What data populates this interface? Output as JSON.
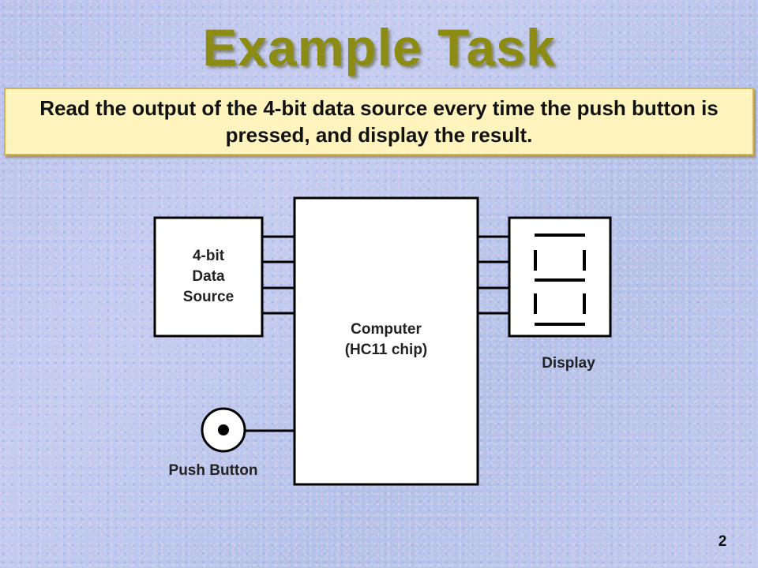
{
  "slide": {
    "title": "Example Task",
    "task_text": "Read the output of the 4-bit data source every time the push button is pressed, and display the result.",
    "page_number": "2"
  },
  "diagram": {
    "data_source": {
      "line1": "4-bit",
      "line2": "Data",
      "line3": "Source"
    },
    "computer": {
      "line1": "Computer",
      "line2": "(HC11 chip)"
    },
    "display_label": "Display",
    "push_button_label": "Push Button"
  },
  "colors": {
    "title": "#8c8c14",
    "task_box_fill": "#fff4bd",
    "task_box_border": "#d7b34a",
    "background": "#b9c6ee"
  }
}
